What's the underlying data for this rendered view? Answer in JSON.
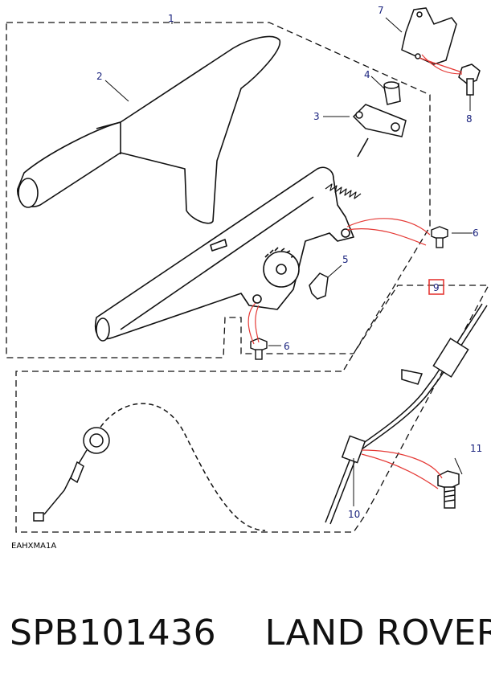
{
  "diagram": {
    "callouts": [
      "1",
      "2",
      "3",
      "4",
      "5",
      "6",
      "6",
      "7",
      "8",
      "9",
      "10",
      "11"
    ],
    "highlighted_callout": "9",
    "reference_code": "EAHXMA1A"
  },
  "caption": {
    "part_number": "SPB101436",
    "brand": "LAND ROVER"
  },
  "colors": {
    "callout_text": "#1a237e",
    "leader_highlight": "#e53935",
    "callout_box": "#e53935",
    "line_art": "#111111"
  }
}
